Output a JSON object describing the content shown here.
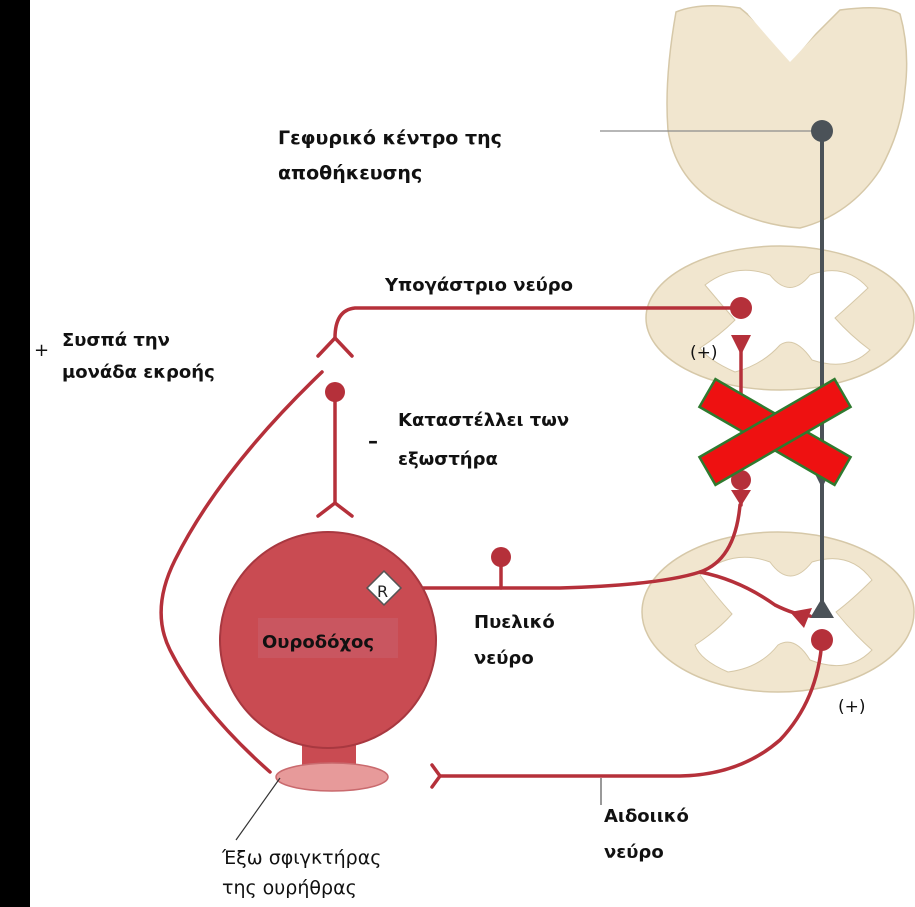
{
  "labels": {
    "pontine_center_line1": "Γεφυρικό κέντρο της",
    "pontine_center_line2": "αποθήκευσης",
    "hypogastric_nerve": "Υπογάστριο νεύρο",
    "contracts_line1": "Συσπά την",
    "contracts_line2": "μονάδα εκροής",
    "plus_sign": "+",
    "inhibits_line1": "Καταστέλλει των",
    "inhibits_line2": "εξωστήρα",
    "minus_sign": "–",
    "bladder": "Ουροδόχος",
    "receptor": "R",
    "pelvic_line1": "Πυελικό",
    "pelvic_line2": "νεύρο",
    "pudendal_line1": "Αιδοιικό",
    "pudendal_line2": "νεύρο",
    "sphincter_line1": "Έξω σφιγκτήρας",
    "sphincter_line2": "της ουρήθρας",
    "excitatory_upper": "(+)",
    "excitatory_lower": "(+)"
  },
  "colors": {
    "background": "#000000",
    "panel": "#ffffff",
    "nerve": "#b5303a",
    "bladder_fill": "#c94b52",
    "cord_fill": "#f1e6cf",
    "grey_matter": "#ffffff",
    "descending_path": "#4b5258",
    "cross": "#ee1111",
    "cross_outline": "#2f7a2f"
  },
  "icons": {
    "block_mark": "cross-icon",
    "receptor_box": "diamond-receptor-icon"
  }
}
